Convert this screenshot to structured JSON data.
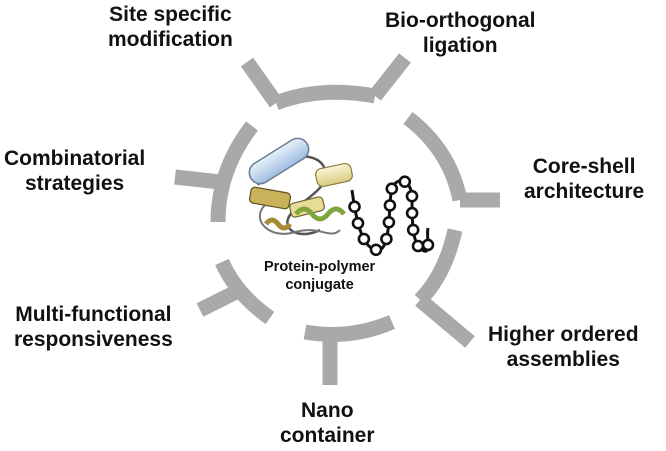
{
  "center": {
    "line1": "Protein-polymer",
    "line2": "conjugate"
  },
  "labels": [
    {
      "id": "site-specific",
      "lines": [
        "Site specific",
        "modification"
      ]
    },
    {
      "id": "bio-orthogonal",
      "lines": [
        "Bio-orthogonal",
        "ligation"
      ]
    },
    {
      "id": "core-shell",
      "lines": [
        "Core-shell",
        "architecture"
      ]
    },
    {
      "id": "higher-ordered",
      "lines": [
        "Higher ordered",
        "assemblies"
      ]
    },
    {
      "id": "nano-container",
      "lines": [
        "Nano",
        "container"
      ]
    },
    {
      "id": "multi-functional",
      "lines": [
        "Multi-functional",
        "responsiveness"
      ]
    },
    {
      "id": "combinatorial",
      "lines": [
        "Combinatorial",
        "strategies"
      ]
    }
  ],
  "colors": {
    "ring": "#a9a9a9",
    "text": "#111111",
    "helix_blue": "#c9dcf2",
    "strand_yellow": "#eee5a6",
    "strand_green": "#8fb04a",
    "strand_olive": "#b8a24a",
    "polymer_chain": "#111111"
  }
}
